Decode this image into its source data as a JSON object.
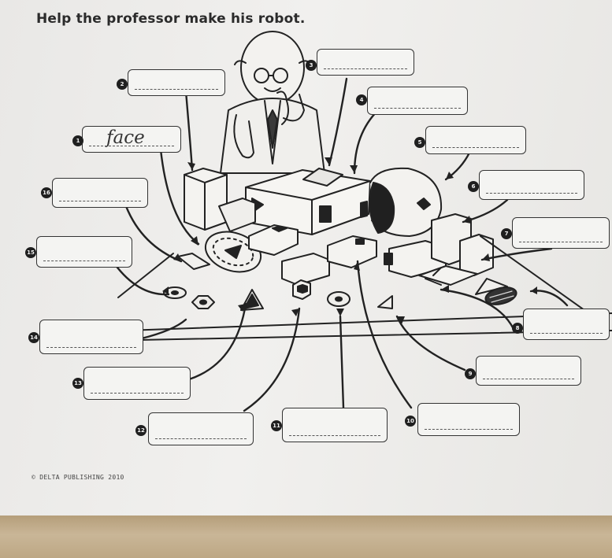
{
  "worksheet": {
    "title": "Help the professor make his robot.",
    "copyright": "© DELTA PUBLISHING 2010"
  },
  "labels": [
    {
      "number": "1",
      "answer": "face"
    },
    {
      "number": "2",
      "answer": ""
    },
    {
      "number": "3",
      "answer": ""
    },
    {
      "number": "4",
      "answer": ""
    },
    {
      "number": "5",
      "answer": ""
    },
    {
      "number": "6",
      "answer": ""
    },
    {
      "number": "7",
      "answer": ""
    },
    {
      "number": "8",
      "answer": ""
    },
    {
      "number": "9",
      "answer": ""
    },
    {
      "number": "10",
      "answer": ""
    },
    {
      "number": "11",
      "answer": ""
    },
    {
      "number": "12",
      "answer": ""
    },
    {
      "number": "13",
      "answer": ""
    },
    {
      "number": "14",
      "answer": ""
    },
    {
      "number": "15",
      "answer": ""
    },
    {
      "number": "16",
      "answer": ""
    }
  ],
  "colors": {
    "ink": "#1f1f1f",
    "paper": "#efeeec"
  }
}
